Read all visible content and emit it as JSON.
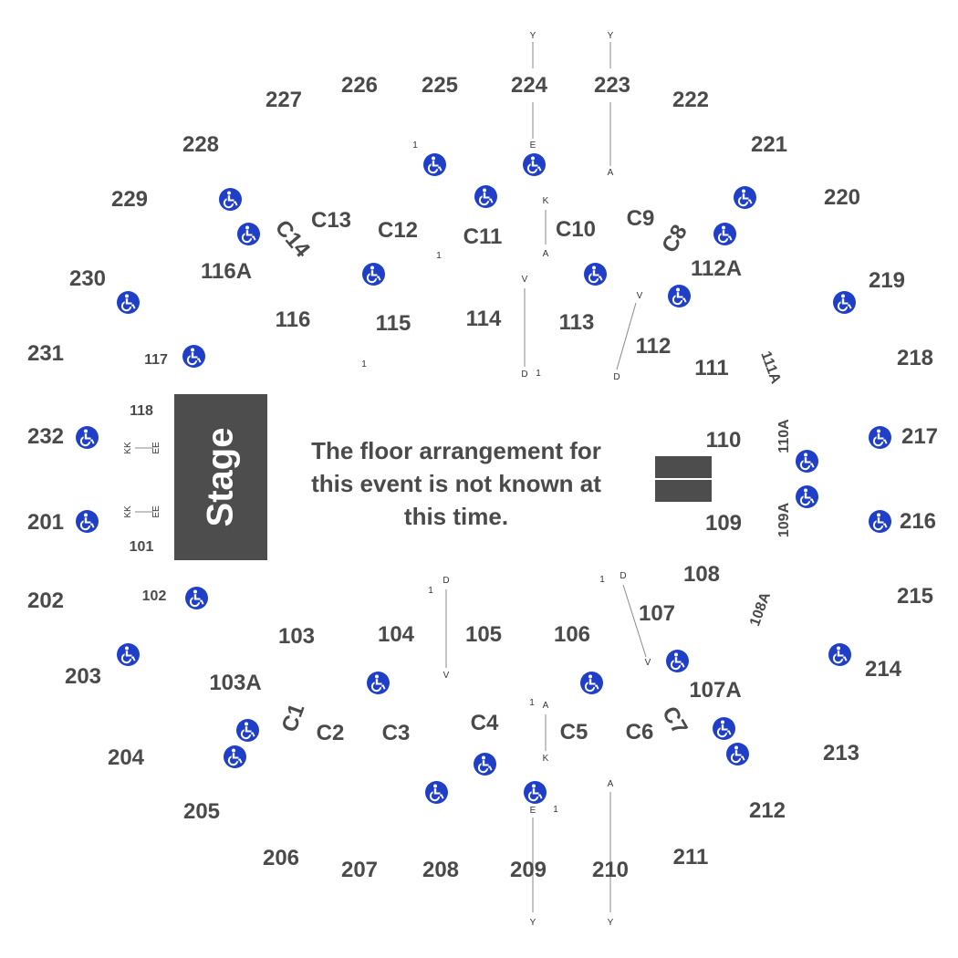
{
  "stage_label": "Stage",
  "floor_note": "The floor arrangement for this event is not known at this time.",
  "colors": {
    "section_text": "#4a4a4a",
    "stage": "#4d4d4d",
    "accessible": "#1f3fc9"
  },
  "sections": {
    "s227": "227",
    "s226": "226",
    "s225": "225",
    "s224": "224",
    "s223": "223",
    "s222": "222",
    "s228": "228",
    "s221": "221",
    "s229": "229",
    "s220": "220",
    "s230": "230",
    "s219": "219",
    "s231": "231",
    "s218": "218",
    "s232": "232",
    "s217": "217",
    "s201": "201",
    "s216": "216",
    "s202": "202",
    "s215": "215",
    "s203": "203",
    "s214": "214",
    "s204": "204",
    "s213": "213",
    "s205": "205",
    "s212": "212",
    "s206": "206",
    "s207": "207",
    "s208": "208",
    "s209": "209",
    "s210": "210",
    "s211": "211",
    "c13": "C13",
    "c14": "C14",
    "c12": "C12",
    "c11": "C11",
    "c10": "C10",
    "c9": "C9",
    "c8": "C8",
    "c1": "C1",
    "c2": "C2",
    "c3": "C3",
    "c4": "C4",
    "c5": "C5",
    "c6": "C6",
    "c7": "C7",
    "s116a": "116A",
    "s112a": "112A",
    "s116": "116",
    "s115": "115",
    "s114": "114",
    "s113": "113",
    "s112": "112",
    "s111": "111",
    "s111a": "111A",
    "s117": "117",
    "s118": "118",
    "s101": "101",
    "s102": "102",
    "s110": "110",
    "s110a": "110A",
    "s109": "109",
    "s109a": "109A",
    "s108": "108",
    "s108a": "108A",
    "s107": "107",
    "s107a": "107A",
    "s106": "106",
    "s105": "105",
    "s104": "104",
    "s103": "103",
    "s103a": "103A"
  },
  "rows": {
    "y": "Y",
    "e": "E",
    "a": "A",
    "k": "K",
    "v": "V",
    "d": "D",
    "one": "1",
    "kk": "KK",
    "ee": "EE"
  },
  "accessible_icon": "wheelchair-icon"
}
